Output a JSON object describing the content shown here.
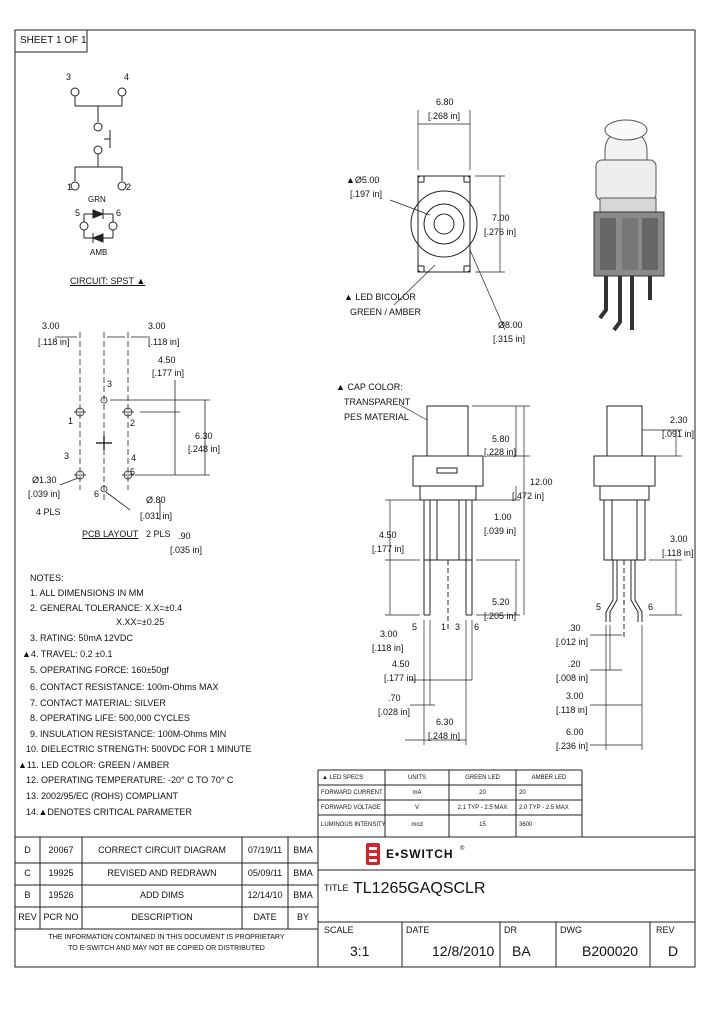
{
  "sheet": "SHEET 1 OF 1",
  "circuit": {
    "pins_top": [
      "3",
      "4"
    ],
    "pins_mid": [
      "1",
      "2"
    ],
    "grn": "GRN",
    "pin5": "5",
    "pin6": "6",
    "amb": "AMB",
    "caption": "CIRCUIT: SPST ▲"
  },
  "pcb": {
    "d300_left": "3.00",
    "d300_left_in": "[.118 in]",
    "d300_right": "3.00",
    "d300_right_in": "[.118 in]",
    "d450": "4.50",
    "d450_in": "[.177 in]",
    "d630": "6.30",
    "d630_in": "[.248 in]",
    "d130": "Ø1.30",
    "d130_in": "[.039 in]",
    "d130_pls": "4 PLS",
    "d080": "Ø.80",
    "d080_in": "[.031 in]",
    "d080_pls": "2 PLS",
    "d090": ".90",
    "d090_in": "[.035 in]",
    "pins": [
      "1",
      "3",
      "2",
      "3",
      "4",
      "6",
      "5"
    ],
    "caption": "PCB LAYOUT"
  },
  "top_view": {
    "d680": "6.80",
    "d680_in": "[.268 in]",
    "d500": "▲Ø5.00",
    "d500_in": "[.197 in]",
    "d700": "7.00",
    "d700_in": "[.276 in]",
    "led1": "▲ LED BICOLOR",
    "led2": "GREEN / AMBER",
    "d800": "Ø8.00",
    "d800_in": "[.315 in]"
  },
  "front_view": {
    "cap1": "▲ CAP COLOR:",
    "cap2": "TRANSPARENT",
    "cap3": "PES MATERIAL",
    "d580": "5.80",
    "d580_in": "[.228 in]",
    "d1200": "12.00",
    "d1200_in": "[.472 in]",
    "d100": "1.00",
    "d100_in": "[.039 in]",
    "d450": "4.50",
    "d450_in": "[.177 in]",
    "d520": "5.20",
    "d520_in": "[.205 in]",
    "d300": "3.00",
    "d300_in": "[.118 in]",
    "d450b": "4.50",
    "d450b_in": "[.177 in]",
    "d070": ".70",
    "d070_in": "[.028 in]",
    "d630": "6.30",
    "d630_in": "[.248 in]",
    "pins": [
      "5",
      "1",
      "3",
      "6"
    ]
  },
  "side_view": {
    "d230": "2.30",
    "d230_in": "[.091 in]",
    "d300": "3.00",
    "d300_in": "[.118 in]",
    "d030": ".30",
    "d030_in": "[.012 in]",
    "d020": ".20",
    "d020_in": "[.008 in]",
    "d300b": "3.00",
    "d300b_in": "[.118 in]",
    "d600": "6.00",
    "d600_in": "[.236 in]",
    "pins": [
      "5",
      "6"
    ]
  },
  "notes": {
    "header": "NOTES:",
    "items": [
      "1. ALL DIMENSIONS IN MM",
      "2. GENERAL TOLERANCE: X.X=±0.4",
      "X.XX=±0.25",
      "3. RATING: 50mA 12VDC",
      "▲4. TRAVEL: 0.2 ±0.1",
      "5. OPERATING FORCE: 160±50gf",
      "6. CONTACT RESISTANCE: 100m-Ohms MAX",
      "7. CONTACT MATERIAL: SILVER",
      "8. OPERATING LIFE: 500,000 CYCLES",
      "9. INSULATION RESISTANCE: 100M-Ohms MIN",
      "10. DIELECTRIC STRENGTH: 500VDC FOR 1 MINUTE",
      "▲11. LED COLOR: GREEN / AMBER",
      "12. OPERATING TEMPERATURE: -20° C TO 70° C",
      "13. 2002/95/EC (ROHS) COMPLIANT",
      "14.▲DENOTES CRITICAL PARAMETER"
    ]
  },
  "led_table": {
    "headers": [
      "▲ LED SPECS",
      "UNITS",
      "GREEN LED",
      "AMBER LED"
    ],
    "rows": [
      [
        "FORWARD CURRENT",
        "mA",
        "20",
        "20"
      ],
      [
        "FORWARD VOLTAGE",
        "V",
        "2.1 TYP - 2.5 MAX",
        "2.0 TYP - 2.5 MAX"
      ],
      [
        "LUMINOUS INTENSITY",
        "mcd",
        "15",
        "3600"
      ]
    ]
  },
  "revisions": {
    "rows": [
      [
        "D",
        "20067",
        "CORRECT CIRCUIT DIAGRAM",
        "07/19/11",
        "BMA"
      ],
      [
        "C",
        "19925",
        "REVISED AND REDRAWN",
        "05/09/11",
        "BMA"
      ],
      [
        "B",
        "19526",
        "ADD DIMS",
        "12/14/10",
        "BMA"
      ]
    ],
    "headers": [
      "REV",
      "PCR NO",
      "DESCRIPTION",
      "DATE",
      "BY"
    ],
    "proprietary1": "THE INFORMATION CONTAINED IN THIS DOCUMENT IS PROPRIETARY",
    "proprietary2": "TO E-SWITCH AND MAY NOT BE COPIED OR DISTRIBUTED"
  },
  "title_block": {
    "brand": "E•SWITCH",
    "reg": "®",
    "title_label": "TITLE",
    "title": "TL1265GAQSCLR",
    "scale_label": "SCALE",
    "scale": "3:1",
    "date_label": "DATE",
    "date": "12/8/2010",
    "dr_label": "DR",
    "dr": "BA",
    "dwg_label": "DWG",
    "dwg": "B200020",
    "rev_label": "REV",
    "rev": "D"
  }
}
